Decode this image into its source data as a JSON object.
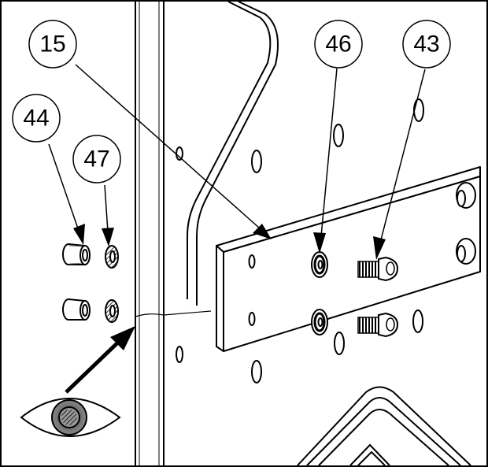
{
  "diagram": {
    "callouts": [
      {
        "id": "c15",
        "label": "15",
        "part": "mounting-plate"
      },
      {
        "id": "c46",
        "label": "46",
        "part": "washer"
      },
      {
        "id": "c43",
        "label": "43",
        "part": "button-head-bolt"
      },
      {
        "id": "c44",
        "label": "44",
        "part": "flanged-sleeve"
      },
      {
        "id": "c47",
        "label": "47",
        "part": "lock-washer"
      }
    ],
    "viewpoint": "eye-icon",
    "colors": {
      "line": "#000000",
      "background": "#ffffff",
      "iris": "#666666"
    }
  }
}
